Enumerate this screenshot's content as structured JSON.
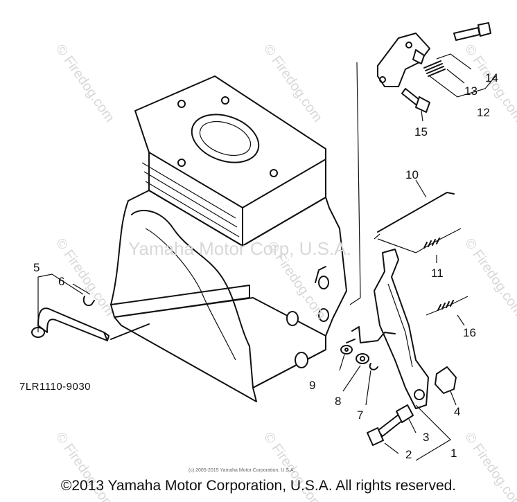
{
  "diagram": {
    "code": "7LR1110-9030",
    "callouts": [
      "1",
      "2",
      "3",
      "4",
      "5",
      "6",
      "7",
      "8",
      "9",
      "10",
      "11",
      "12",
      "13",
      "14",
      "15",
      "16"
    ]
  },
  "watermark": {
    "center_text": "Yamaha Motor Corp, U.S.A.",
    "brand": "© Firedog.com",
    "tile": "© Firedog.com"
  },
  "fine_print": "(c) 2005-2015 Yamaha Motor Corporation, U.S.A.",
  "copyright": "©2013 Yamaha Motor Corporation, U.S.A. All rights reserved."
}
